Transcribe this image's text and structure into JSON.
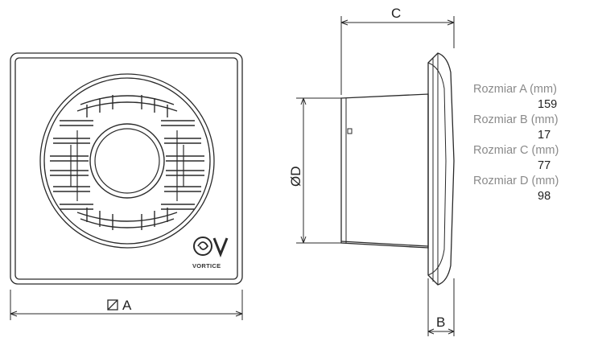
{
  "dimensions": {
    "a_label": "A",
    "b_label": "B",
    "c_label": "C",
    "d_label": "ØD"
  },
  "brand": {
    "logo_text": "VORTICE"
  },
  "specs": [
    {
      "label": "Rozmiar A (mm)",
      "value": "159"
    },
    {
      "label": "Rozmiar B (mm)",
      "value": "17"
    },
    {
      "label": "Rozmiar C (mm)",
      "value": "77"
    },
    {
      "label": "Rozmiar D (mm)",
      "value": "98"
    }
  ],
  "colors": {
    "line": "#2a2a2a",
    "label_gray": "#8a8a8a"
  }
}
